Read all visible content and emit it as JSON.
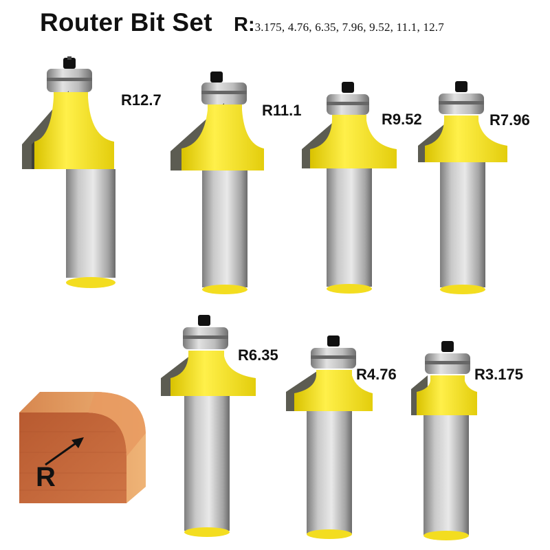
{
  "header": {
    "title": "Router Bit Set",
    "radii_prefix": "R:",
    "radii_values": "3.175, 4.76, 6.35, 7.96, 9.52, 11.1, 12.7"
  },
  "bits": [
    {
      "label": "R12.7"
    },
    {
      "label": "R11.1"
    },
    {
      "label": "R9.52"
    },
    {
      "label": "R7.96"
    },
    {
      "label": "R6.35"
    },
    {
      "label": "R4.76"
    },
    {
      "label": "R3.175"
    }
  ],
  "diagram": {
    "radius_letter": "R"
  },
  "colors": {
    "cutter_yellow": "#f2dd1c",
    "carbide_gray": "#5c5c52",
    "shank_gray": "#b9b9b9",
    "bearing_steel": "#c8c8c8",
    "wood": "#c96a3f"
  }
}
